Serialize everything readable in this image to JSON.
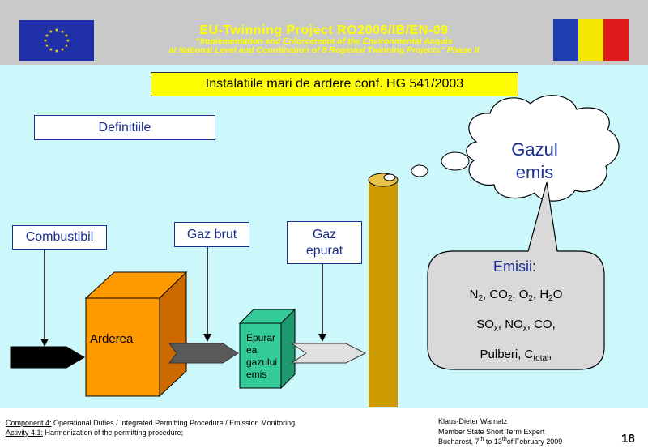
{
  "header": {
    "title": "EU-Twinning  Project  RO2006/IB/EN-09",
    "subtitle_line1": "“Implementation and Enforcement of the Environmental Acquis",
    "subtitle_line2": "at National Level and Coordination of 8 Regional Twinning Projects”  Phase II",
    "romania_flag_colors": [
      "#1f3fb0",
      "#f5e600",
      "#e01b1b"
    ],
    "eu_flag_color": "#1f2fa8"
  },
  "slide": {
    "title": "Instalatiile mari de ardere conf. HG 541/2003",
    "definitions_label": "Definitiile"
  },
  "diagram": {
    "labels": {
      "combustibil": "Combustibil",
      "gaz_brut": "Gaz brut",
      "gaz_epurat_line1": "Gaz",
      "gaz_epurat_line2": "epurat"
    },
    "boxes": {
      "arderea": "Arderea",
      "epurare_lines": [
        "Epurar",
        "ea",
        "gazului",
        "emis"
      ]
    },
    "cloud": {
      "line1": "Gazul",
      "line2": "emis"
    },
    "emissions": {
      "title": "Emisii",
      "title_suffix": ":",
      "row1": [
        "N",
        "2",
        ", CO",
        "2",
        ", O",
        "2",
        ", H",
        "2",
        "O"
      ],
      "row2": [
        "SO",
        "x",
        ", NO",
        "x",
        ", CO,"
      ],
      "row3": [
        "Pulberi, C",
        "total",
        ","
      ]
    },
    "colors": {
      "arderea_box": "#ff9900",
      "epurare_box": "#33cc99",
      "chimney": "#cc9900",
      "background": "#ccf7fb",
      "title_box": "#ffff00"
    }
  },
  "footer": {
    "component_label": "Component 4:",
    "component_text": " Operational Duties / Integrated Permitting Procedure / Emission Monitoring",
    "activity_label": "Activity 4.1:",
    "activity_text": " Harmonization of the permitting procedure;",
    "expert_name": "Klaus-Dieter Warnatz",
    "expert_role": "Member State Short Term Expert",
    "location_prefix": "Bucharest,  7",
    "sup1": "th",
    "mid": " to 13",
    "sup2": "th",
    "location_suffix": "of February  2009",
    "page_number": "18"
  }
}
